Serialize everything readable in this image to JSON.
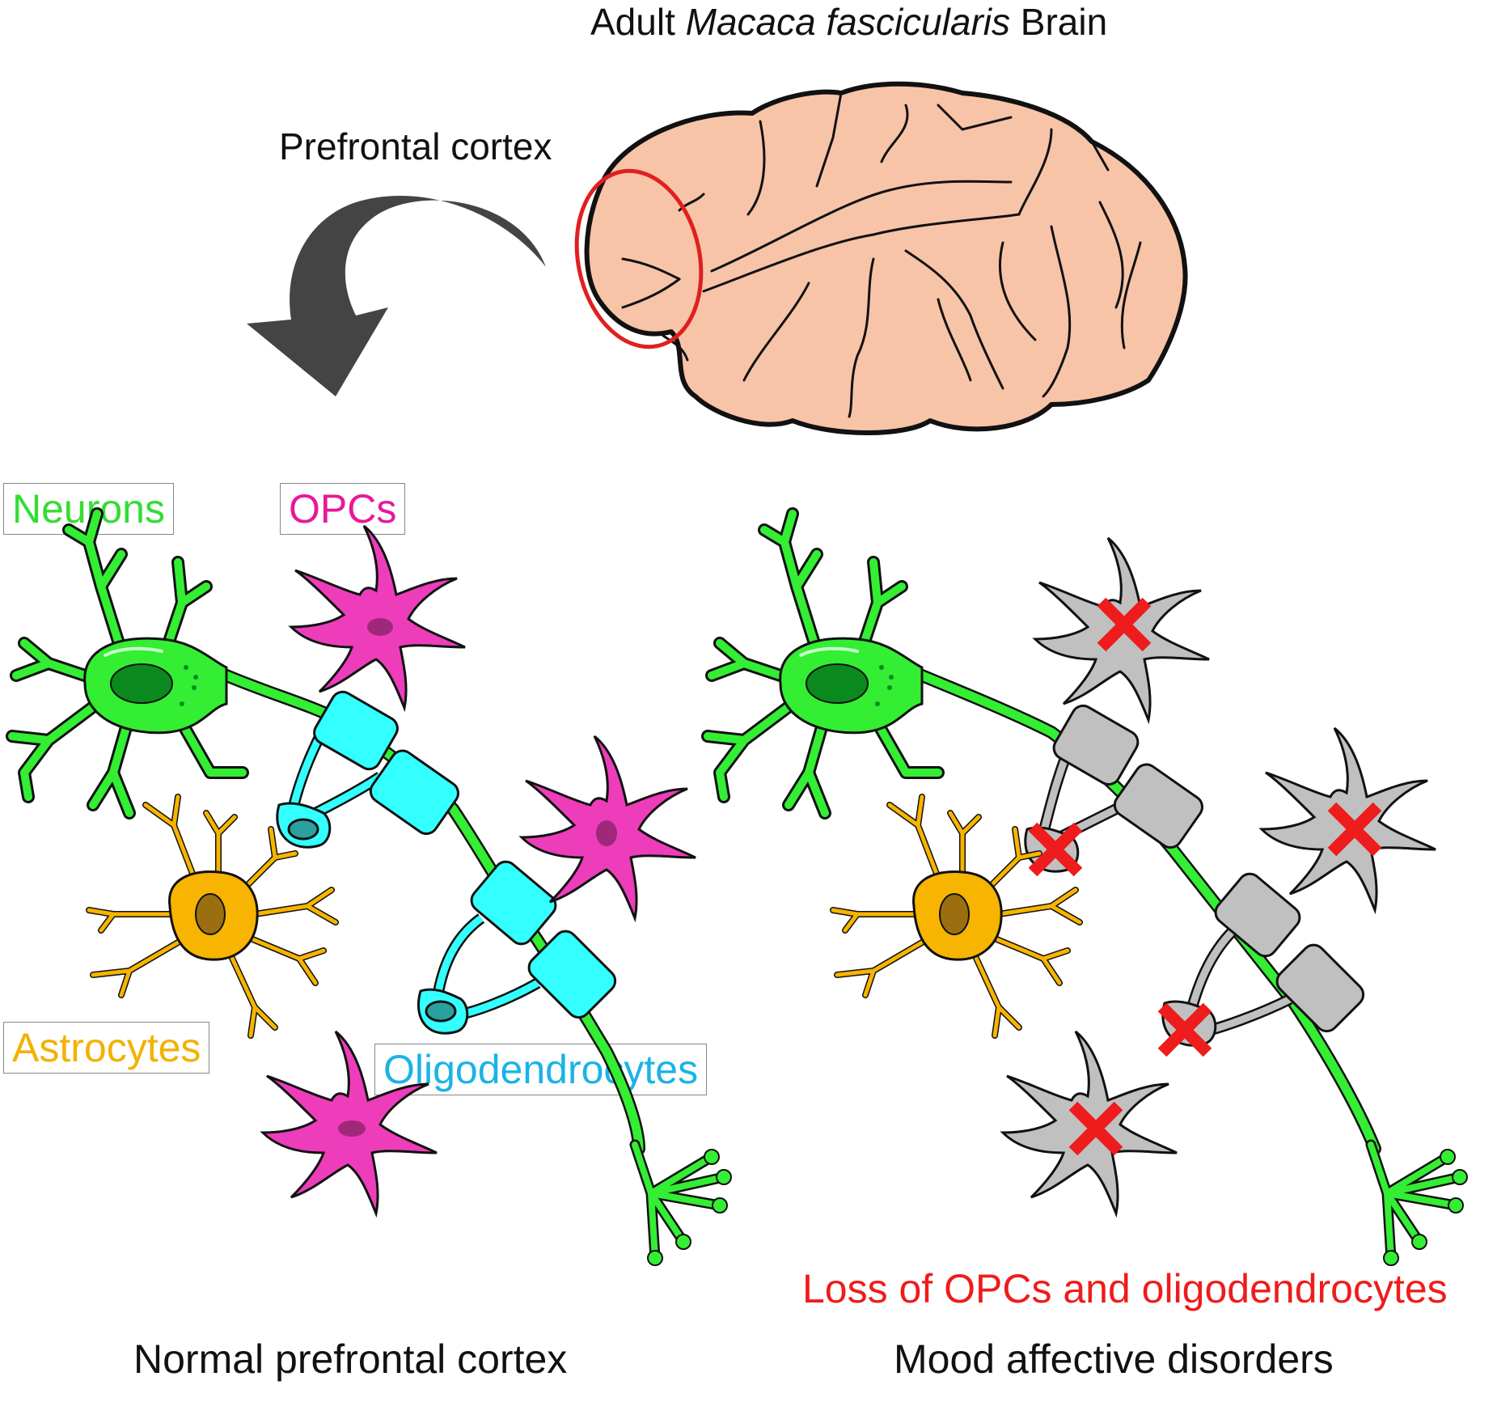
{
  "title": {
    "prefix": "Adult ",
    "species": "Macaca fascicularis",
    "suffix": " Brain"
  },
  "region_label": "Prefrontal cortex",
  "legend": {
    "neurons": "Neurons",
    "opcs": "OPCs",
    "astrocytes": "Astrocytes",
    "oligodendrocytes": "Oligodendrocytes"
  },
  "loss_label": "Loss of OPCs and oligodendrocytes",
  "panels": {
    "left_caption": "Normal prefrontal cortex",
    "right_caption": "Mood affective disorders"
  },
  "colors": {
    "neuron": "#33ee33",
    "opc": "#ee3dbb",
    "astrocyte": "#f7b400",
    "oligodendrocyte": "#33ffff",
    "lost_cell": "#c0c0c0",
    "loss_mark": "#ee1c1c",
    "brain": "#f7c4a8",
    "highlight_ring": "#e02020",
    "arrow": "#444444"
  },
  "icons": [
    "brain-icon",
    "curved-arrow-icon",
    "neuron-icon",
    "opc-icon",
    "astrocyte-icon",
    "oligodendrocyte-icon",
    "cross-mark-icon"
  ]
}
